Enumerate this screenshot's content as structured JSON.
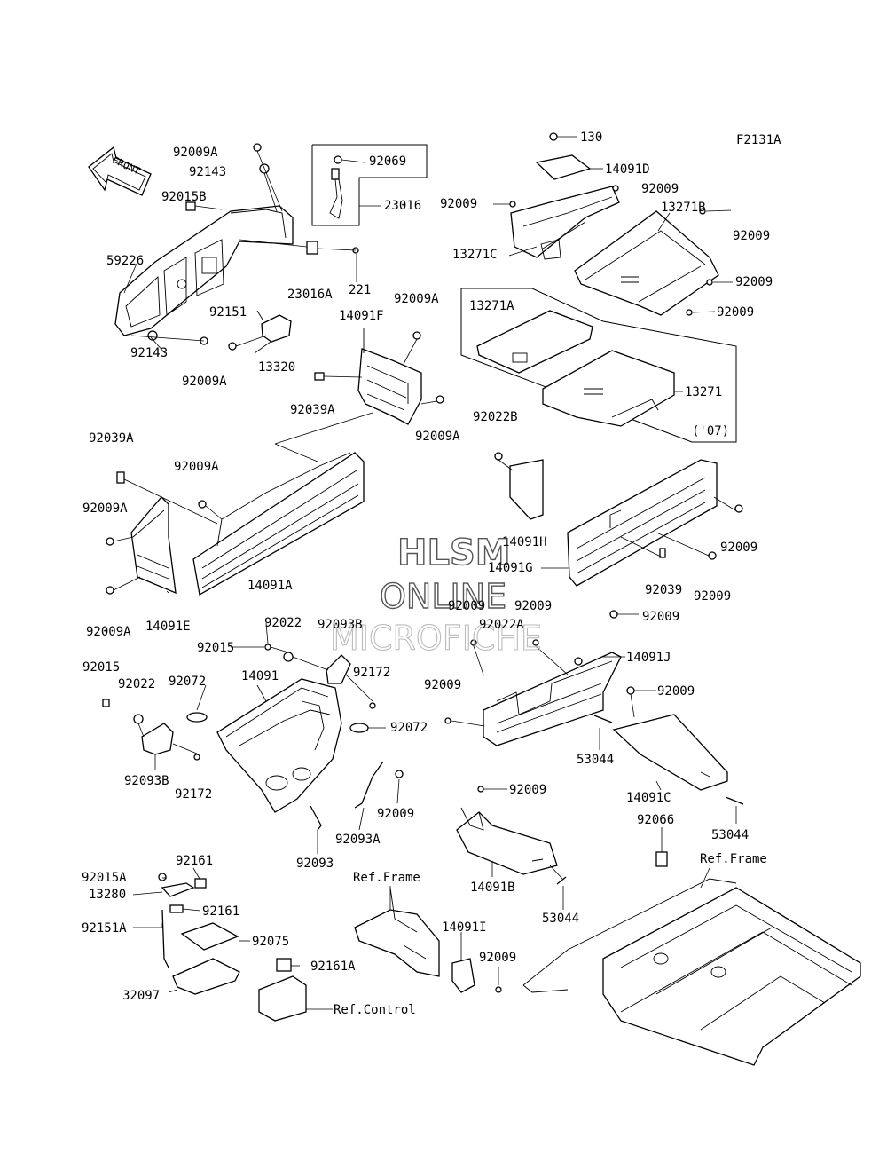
{
  "figure_code": "F2131A",
  "front_label": "FRONT",
  "year_note": "('07)",
  "watermark": {
    "line1": "HLSM",
    "line2": "ONLINE",
    "line3": "MICROFICHE"
  },
  "labels": {
    "l_92009A_1": "92009A",
    "l_92143_1": "92143",
    "l_92015B": "92015B",
    "l_59226": "59226",
    "l_92143_2": "92143",
    "l_92009A_2": "92009A",
    "l_92069": "92069",
    "l_23016": "23016",
    "l_23016A": "23016A",
    "l_221": "221",
    "l_92151": "92151",
    "l_13320": "13320",
    "l_14091F": "14091F",
    "l_92009A_3": "92009A",
    "l_92039A_1": "92039A",
    "l_92009A_4": "92009A",
    "l_130": "130",
    "l_14091D": "14091D",
    "l_92009_1": "92009",
    "l_92009_2": "92009",
    "l_13271B": "13271B",
    "l_92009_3": "92009",
    "l_13271C": "13271C",
    "l_92009_4": "92009",
    "l_92009_5": "92009",
    "l_13271A": "13271A",
    "l_13271": "13271",
    "l_92039A_2": "92039A",
    "l_92009A_5": "92009A",
    "l_92009A_6": "92009A",
    "l_14091A": "14091A",
    "l_92009A_7": "92009A",
    "l_14091E": "14091E",
    "l_92022B": "92022B",
    "l_14091H": "14091H",
    "l_14091G": "14091G",
    "l_92009_6": "92009",
    "l_92039": "92039",
    "l_92009_7": "92009",
    "l_92009_8": "92009",
    "l_92009_9": "92009",
    "l_92009_10": "92009",
    "l_92022A": "92022A",
    "l_14091J": "14091J",
    "l_92022_1": "92022",
    "l_92093B_1": "92093B",
    "l_92015_1": "92015",
    "l_92172_1": "92172",
    "l_92015_2": "92015",
    "l_14091": "14091",
    "l_92022_2": "92022",
    "l_92072_1": "92072",
    "l_92072_2": "92072",
    "l_92093B_2": "92093B",
    "l_92172_2": "92172",
    "l_92009_11": "92009",
    "l_92093A": "92093A",
    "l_92093": "92093",
    "l_92009_12": "92009",
    "l_92009_13": "92009",
    "l_53044_1": "53044",
    "l_14091C": "14091C",
    "l_53044_2": "53044",
    "l_92009_14": "92009",
    "l_14091B": "14091B",
    "l_53044_3": "53044",
    "l_92066": "92066",
    "l_ref_frame_1": "Ref.Frame",
    "l_ref_frame_2": "Ref.Frame",
    "l_92015A": "92015A",
    "l_92161_1": "92161",
    "l_13280": "13280",
    "l_92161_2": "92161",
    "l_92151A": "92151A",
    "l_92075": "92075",
    "l_92161A": "92161A",
    "l_32097": "32097",
    "l_ref_control": "Ref.Control",
    "l_14091I": "14091I",
    "l_92009_15": "92009"
  }
}
